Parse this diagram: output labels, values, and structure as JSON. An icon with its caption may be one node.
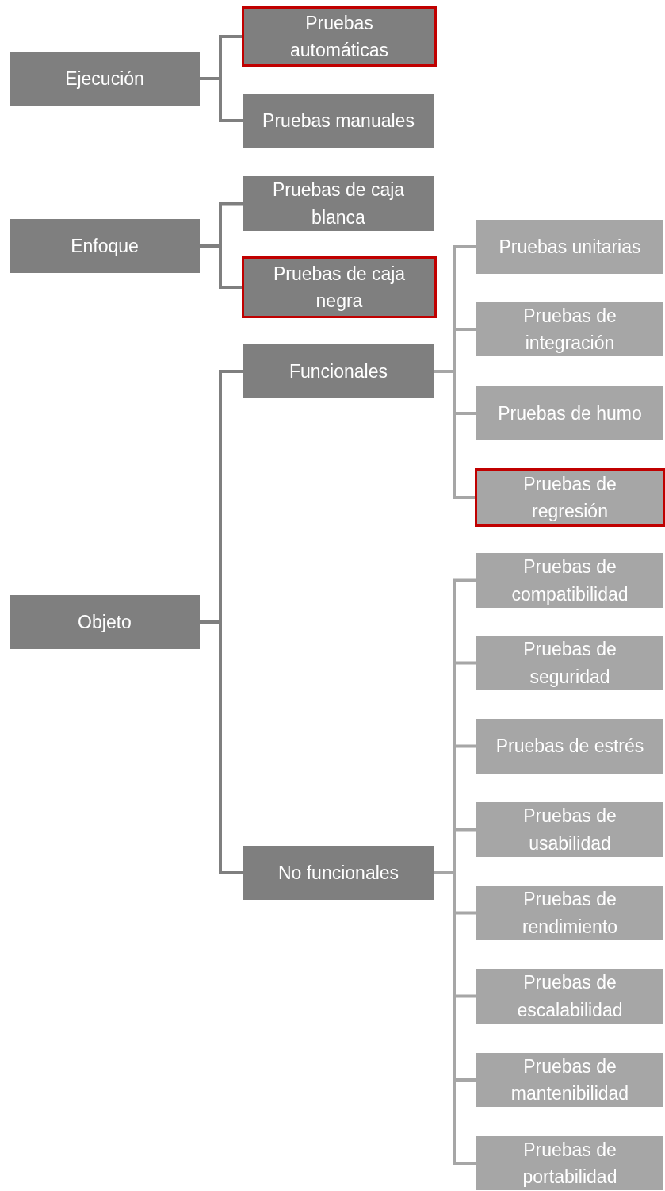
{
  "diagram": {
    "nodes": [
      {
        "text": [
          "Ejecución"
        ]
      },
      {
        "text": [
          "Pruebas automáticas"
        ]
      },
      {
        "text": [
          "Pruebas manuales"
        ]
      },
      {
        "text": [
          "Enfoque"
        ]
      },
      {
        "text": [
          "Pruebas de caja blanca"
        ]
      },
      {
        "text": [
          "Pruebas de caja negra"
        ]
      },
      {
        "text": [
          "Objeto"
        ]
      },
      {
        "text": [
          "Funcionales"
        ]
      },
      {
        "text": [
          "No funcionales"
        ]
      },
      {
        "text": [
          "Pruebas unitarias"
        ]
      },
      {
        "text": [
          "Pruebas de integración"
        ]
      },
      {
        "text": [
          "Pruebas de humo"
        ]
      },
      {
        "text": [
          "Pruebas de regresión"
        ]
      },
      {
        "text": [
          "Pruebas de compatibilidad"
        ]
      },
      {
        "text": [
          "Pruebas de seguridad"
        ]
      },
      {
        "text": [
          "Pruebas de estrés"
        ]
      },
      {
        "text": [
          "Pruebas de usabilidad"
        ]
      },
      {
        "text": [
          "Pruebas de rendimiento"
        ]
      },
      {
        "text": [
          "Pruebas de escalabilidad"
        ]
      },
      {
        "text": [
          "Pruebas de mantenibilidad"
        ]
      },
      {
        "text": [
          "Pruebas de portabilidad"
        ]
      }
    ],
    "edges": [
      {
        "from": 0,
        "to": 1,
        "arrow": "none",
        "color": "#7f7f7f"
      },
      {
        "from": 0,
        "to": 2,
        "arrow": "none",
        "color": "#7f7f7f"
      },
      {
        "from": 3,
        "to": 4,
        "arrow": "none",
        "color": "#7f7f7f"
      },
      {
        "from": 3,
        "to": 5,
        "arrow": "none",
        "color": "#7f7f7f"
      },
      {
        "from": 6,
        "to": 7,
        "arrow": "none",
        "color": "#7f7f7f"
      },
      {
        "from": 6,
        "to": 8,
        "arrow": "none",
        "color": "#7f7f7f"
      },
      {
        "from": 7,
        "to": 9,
        "arrow": "none"
      },
      {
        "from": 7,
        "to": 10,
        "arrow": "none"
      },
      {
        "from": 7,
        "to": 11,
        "arrow": "none"
      },
      {
        "from": 7,
        "to": 12,
        "arrow": "none"
      },
      {
        "from": 8,
        "to": 13,
        "arrow": "none"
      },
      {
        "from": 8,
        "to": 14,
        "arrow": "none"
      },
      {
        "from": 8,
        "to": 15,
        "arrow": "none"
      },
      {
        "from": 8,
        "to": 16,
        "arrow": "none"
      },
      {
        "from": 8,
        "to": 17,
        "arrow": "none"
      },
      {
        "from": 8,
        "to": 18,
        "arrow": "none"
      },
      {
        "from": 8,
        "to": 19,
        "arrow": "none"
      },
      {
        "from": 8,
        "to": 20,
        "arrow": "none"
      }
    ]
  }
}
